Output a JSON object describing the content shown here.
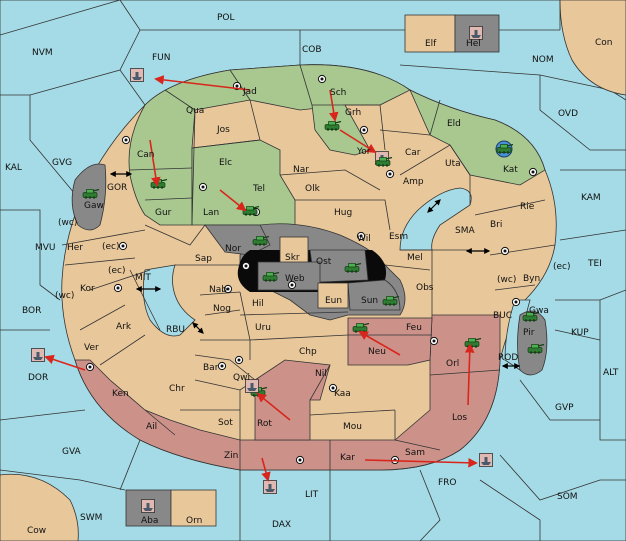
{
  "colors": {
    "sea": "#a5dbe6",
    "neutral_land": "#e8c79a",
    "green_power": "#a8c890",
    "red_power": "#cc928a",
    "grey_power": "#888888",
    "order_arrow": "#d9261c"
  },
  "icons": {
    "army": "tank-icon",
    "fleet": "ship-icon",
    "supply_center": "supply-center-icon",
    "move_order": "red-arrow-icon",
    "convoy_link": "double-arrow-icon"
  },
  "sea_provinces": {
    "pol": "POL",
    "nvm": "NVM",
    "fun": "FUN",
    "cob": "COB",
    "nom": "NOM",
    "ovd": "OVD",
    "kal": "KAL",
    "gvg": "GVG",
    "gor": "GOR",
    "sma": "SMA",
    "kam": "KAM",
    "mvu": "MVU",
    "mit": "MIT",
    "tei": "TEI",
    "bor": "BOR",
    "rbu": "RBU",
    "buc": "BUC",
    "kup": "KUP",
    "rod": "ROD",
    "alt": "ALT",
    "gvp": "GVP",
    "dor": "DOR",
    "gva": "GVA",
    "fro": "FRO",
    "lit": "LIT",
    "som": "SOM",
    "swm": "SWM",
    "dax": "DAX",
    "wc1": "(wc)",
    "ec1": "(ec)",
    "ec2": "(ec)",
    "wc2": "(wc)",
    "wc3": "(wc)",
    "ec3": "(ec)"
  },
  "land_provinces": {
    "jad": "Jad",
    "sch": "Sch",
    "qua": "Qua",
    "jos": "Jos",
    "grh": "Grh",
    "eld": "Eld",
    "can": "Can",
    "elc": "Elc",
    "yor": "Yor",
    "car": "Car",
    "uta": "Uta",
    "kat": "Kat",
    "nar": "Nar",
    "tel": "Tel",
    "olk": "Olk",
    "amp": "Amp",
    "gur": "Gur",
    "lan": "Lan",
    "hug": "Hug",
    "rie": "Rie",
    "gaw": "Gaw",
    "nor": "Nor",
    "wil": "Wil",
    "esm": "Esm",
    "bri": "Bri",
    "her": "Her",
    "skr": "Skr",
    "ost": "Ost",
    "sap": "Sap",
    "web": "Web",
    "mel": "Mel",
    "byn": "Byn",
    "kor": "Kor",
    "nab": "Nab",
    "eun": "Eun",
    "sun": "Sun",
    "obs": "Obs",
    "gwa": "Gwa",
    "hil": "Hil",
    "nog": "Nog",
    "ark": "Ark",
    "uru": "Uru",
    "feu": "Feu",
    "pir": "Pir",
    "ver": "Ver",
    "chp": "Chp",
    "neu": "Neu",
    "orl": "Orl",
    "bar": "Bar",
    "qwi": "Qwi",
    "nil": "Nil",
    "ken": "Ken",
    "chr": "Chr",
    "kaa": "Kaa",
    "los": "Los",
    "rot": "Rot",
    "sot": "Sot",
    "ail": "Ail",
    "mou": "Mou",
    "zin": "Zin",
    "kar": "Kar",
    "sam": "Sam",
    "elf": "Elf",
    "hel": "Hel",
    "con": "Con",
    "aba": "Aba",
    "orn": "Orn",
    "cow": "Cow"
  }
}
